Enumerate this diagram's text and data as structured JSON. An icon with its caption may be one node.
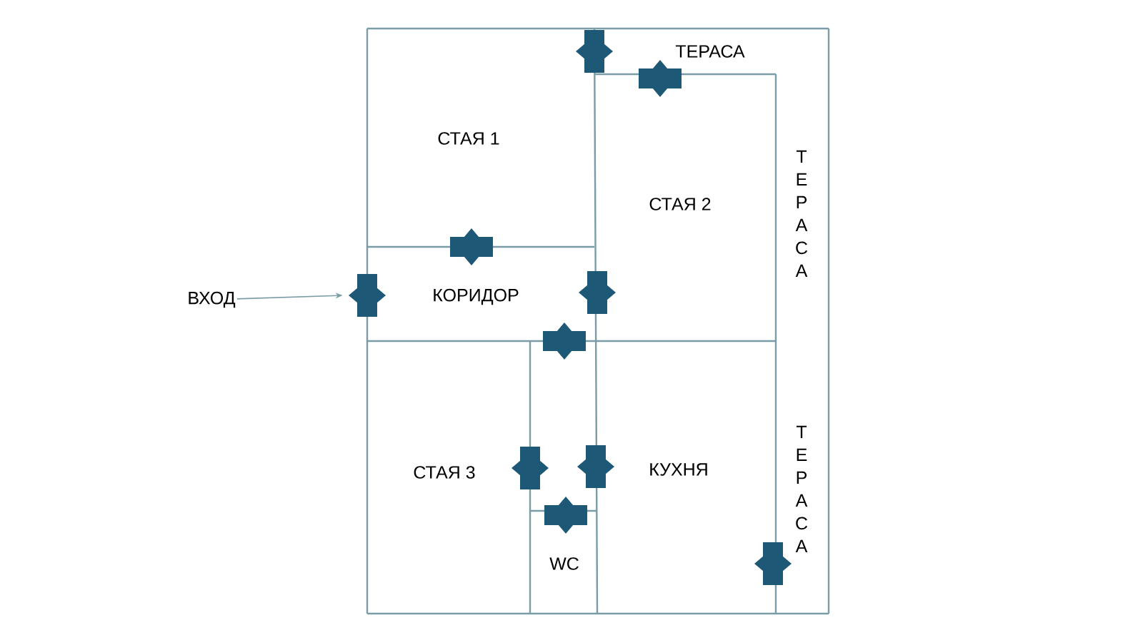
{
  "diagram": {
    "nodes": [
      {
        "text": [
          "ВХОД"
        ]
      },
      {
        "text": [],
        "shape": "door"
      }
    ],
    "edges": [
      {
        "from": 0,
        "to": 1,
        "arrow": "to"
      }
    ],
    "labels": [
      "ТЕРАСА",
      "СТАЯ 1",
      "ТЕРАСА",
      "СТАЯ 2",
      "КОРИДОР",
      "СТАЯ 3",
      "КУХНЯ",
      "ТЕРАСА",
      "WC"
    ]
  }
}
